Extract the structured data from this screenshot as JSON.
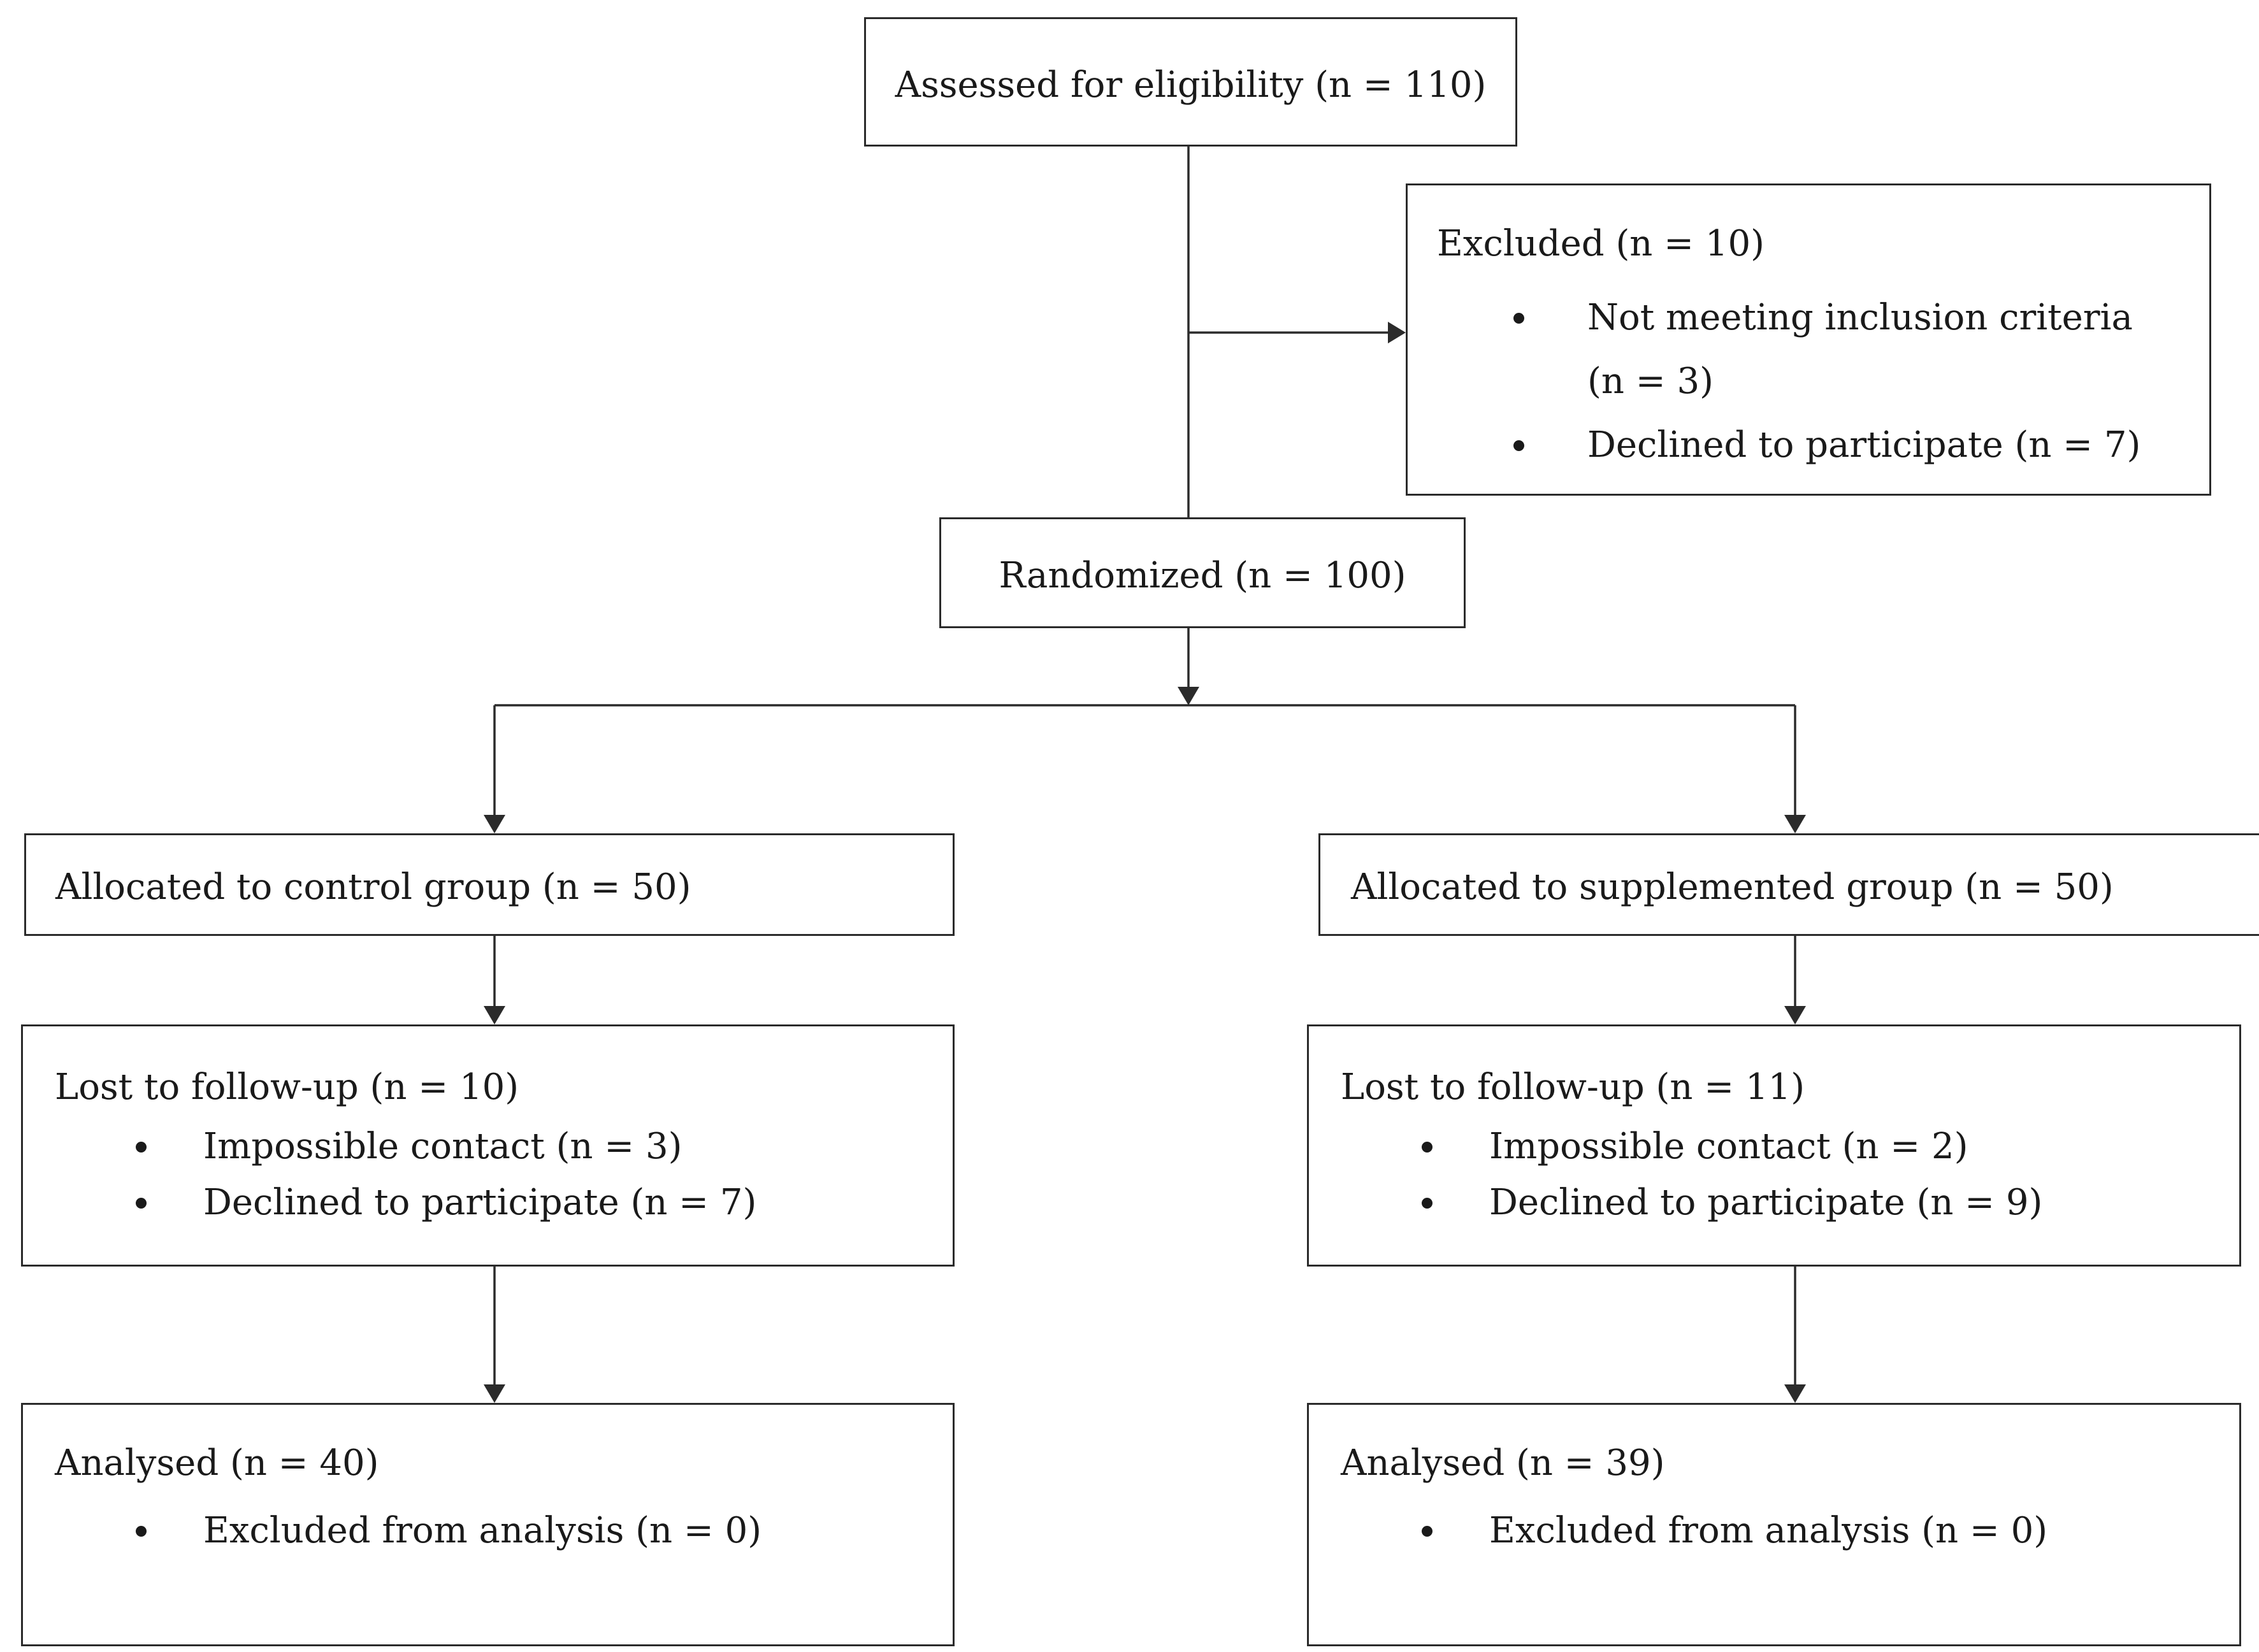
{
  "flowchart": {
    "assessed": "Assessed for eligibility (n = 110)",
    "excluded": {
      "title": "Excluded  (n = 10)",
      "items": [
        "Not meeting inclusion criteria (n = 3)",
        "Declined to participate (n = 7)"
      ]
    },
    "randomized": "Randomized (n = 100)",
    "control": {
      "allocated": "Allocated to control group (n = 50)",
      "lost": {
        "title": "Lost to follow-up (n = 10)",
        "items": [
          "Impossible contact (n = 3)",
          "Declined to participate (n = 7)"
        ]
      },
      "analysed": {
        "title": "Analysed  (n = 40)",
        "items": [
          "Excluded from analysis (n = 0)"
        ]
      }
    },
    "supplemented": {
      "allocated": "Allocated to supplemented group (n = 50)",
      "lost": {
        "title": "Lost to follow-up (n = 11)",
        "items": [
          "Impossible contact (n = 2)",
          "Declined to participate (n = 9)"
        ]
      },
      "analysed": {
        "title": "Analysed  (n = 39)",
        "items": [
          "Excluded from analysis (n = 0)"
        ]
      }
    }
  }
}
